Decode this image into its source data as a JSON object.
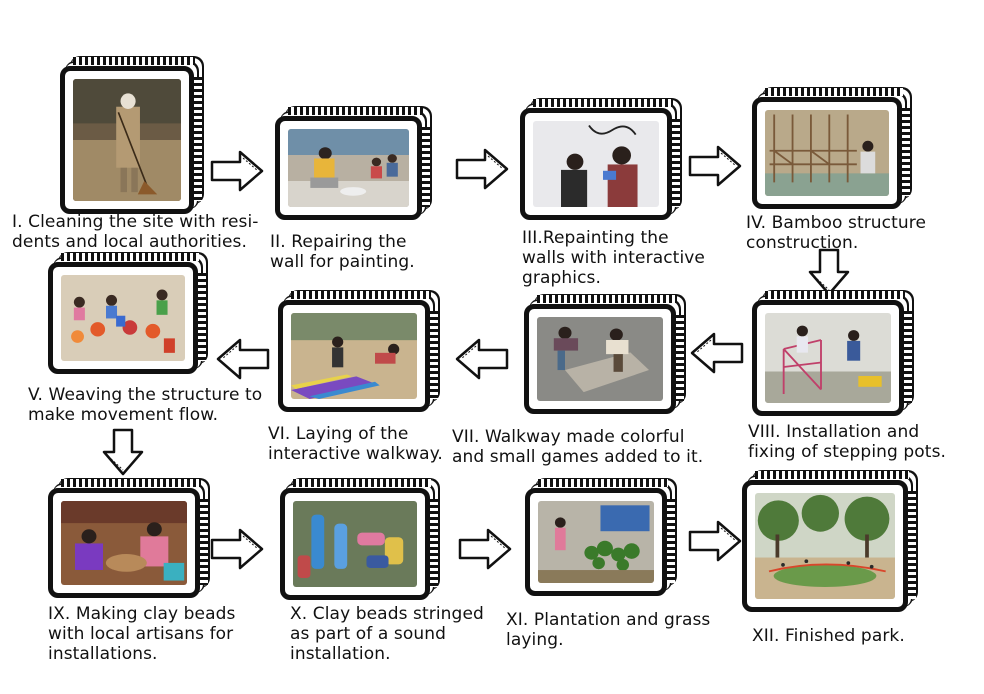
{
  "steps": [
    {
      "caption": "I. Cleaning the site with resi-\ndents and local authorities.",
      "photo": "man-sweeping-photo"
    },
    {
      "caption": "II. Repairing the\nwall for painting.",
      "photo": "repairing-wall-photo"
    },
    {
      "caption": "III.Repainting the\nwalls with interactive\ngraphics.",
      "photo": "painting-walls-photo"
    },
    {
      "caption": "IV. Bamboo structure\nconstruction.",
      "photo": "bamboo-structure-photo"
    },
    {
      "caption": "V. Weaving the structure to\nmake movement flow.",
      "photo": "weaving-structure-photo"
    },
    {
      "caption": "VI.  Laying of the\ninteractive walkway.",
      "photo": "laying-walkway-photo"
    },
    {
      "caption": "VII. Walkway made colorful\nand small games added to it.",
      "photo": "colorful-walkway-photo"
    },
    {
      "caption": "VIII. Installation and\nfixing of stepping pots.",
      "photo": "stepping-pots-photo"
    },
    {
      "caption": "IX. Making clay beads\nwith local artisans for\n installations.",
      "photo": "clay-beads-photo"
    },
    {
      "caption": "X. Clay beads stringed\nas part of a sound\ninstallation.",
      "photo": "sound-installation-photo"
    },
    {
      "caption": "XI. Plantation and grass\n laying.",
      "photo": "plantation-photo"
    },
    {
      "caption": "XII. Finished park.",
      "photo": "finished-park-photo"
    }
  ],
  "colors": {
    "ink": "#111111",
    "ground": "#c9b48f",
    "foliage": "#4f7a3a",
    "sky": "#d9e2ea",
    "accent": "#d9462b"
  }
}
